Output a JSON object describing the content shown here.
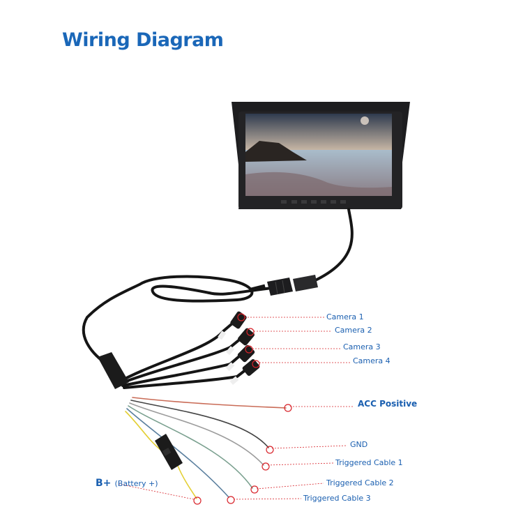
{
  "title": "Wiring Diagram",
  "colors": {
    "title": "#1a67b8",
    "label": "#1a5fb0",
    "marker": "#d8232a",
    "cable": "#151515"
  },
  "labels": {
    "camera1": "Camera 1",
    "camera2": "Camera 2",
    "camera3": "Camera 3",
    "camera4": "Camera 4",
    "acc": "ACC Positive",
    "gnd": "GND",
    "trig1": "Triggered Cable 1",
    "trig2": "Triggered Cable 2",
    "trig3": "Triggered Cable 3",
    "battery_symbol": "B+",
    "battery_text": "(Battery +)"
  },
  "monitor_buttons": [
    "btn-1",
    "btn-2",
    "btn-3",
    "btn-4",
    "btn-5",
    "btn-6",
    "btn-7"
  ]
}
